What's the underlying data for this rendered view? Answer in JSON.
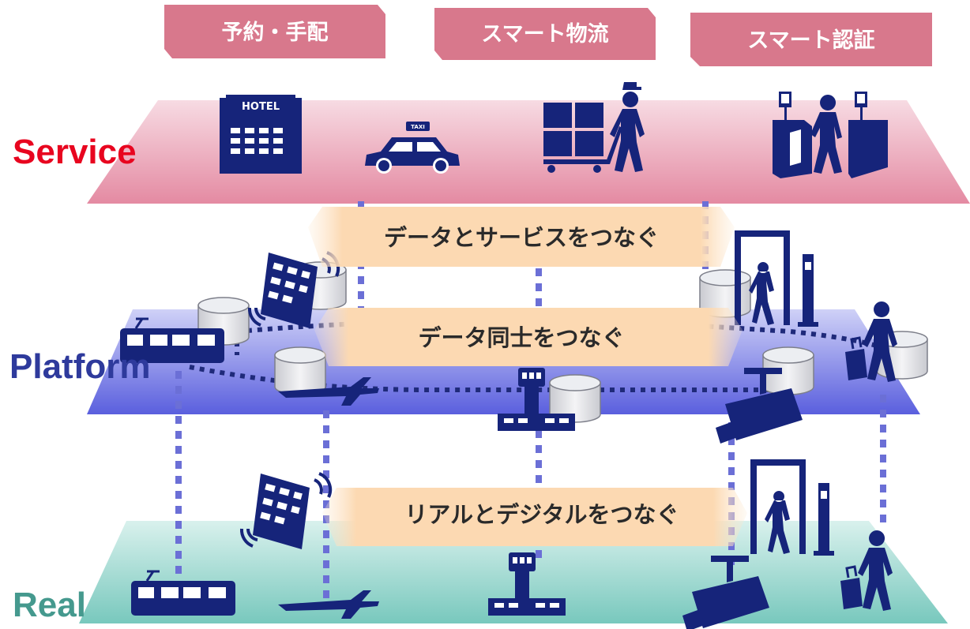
{
  "layers": {
    "service": {
      "label": "Service",
      "color": "#e8051f"
    },
    "platform": {
      "label": "Platform",
      "color": "#2e3a9c"
    },
    "real": {
      "label": "Real",
      "color": "#45998e"
    }
  },
  "service_tags": [
    "予約・手配",
    "スマート物流",
    "スマート認証"
  ],
  "banners": {
    "top": "データとサービスをつなぐ",
    "middle": "データ同士をつなぐ",
    "bottom": "リアルとデジタルをつなぐ"
  },
  "icon_text": {
    "hotel": "HOTEL",
    "taxi": "TAXI"
  },
  "colors": {
    "tag_fill": "#d8788c",
    "service_plane": "#e9a5b6",
    "platform_plane": "#6c72e2",
    "real_plane": "#8ed4cb",
    "icon": "#16247a",
    "banner": "#fbd6ab"
  },
  "icons": {
    "service": [
      "hotel-icon",
      "taxi-icon",
      "cargo-worker-icon",
      "security-gate-icon"
    ],
    "platform": [
      "building-wifi-icon",
      "train-icon",
      "airplane-icon",
      "control-tower-icon",
      "metal-detector-icon",
      "cctv-camera-icon",
      "traveler-icon",
      "database-icon"
    ],
    "real": [
      "building-wifi-icon",
      "train-icon",
      "airplane-icon",
      "control-tower-icon",
      "metal-detector-icon",
      "cctv-camera-icon",
      "traveler-icon"
    ]
  }
}
